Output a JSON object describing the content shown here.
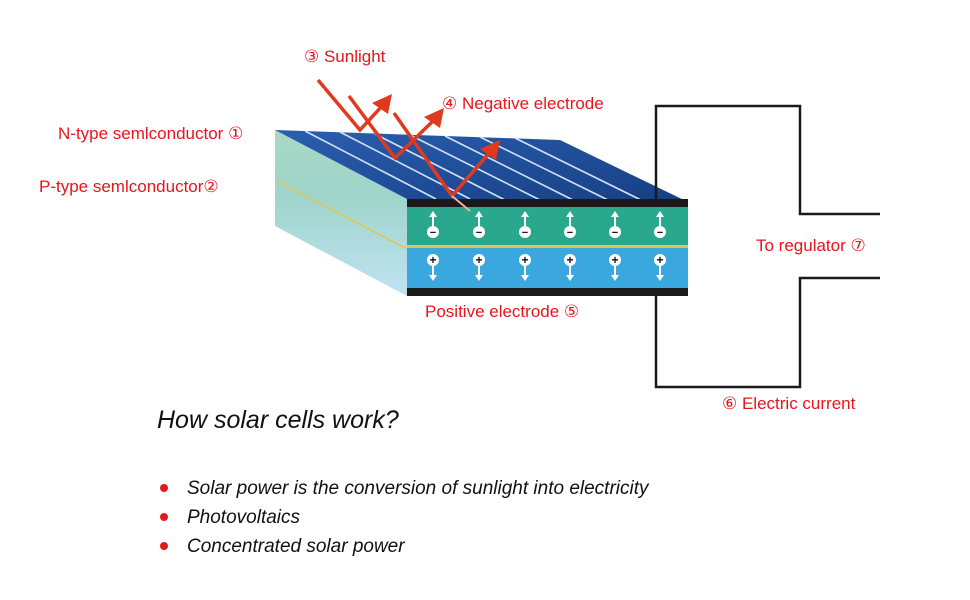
{
  "labels": {
    "sunlight": "③ Sunlight",
    "negative_electrode": "④ Negative electrode",
    "n_type": "N-type semlconductor ①",
    "p_type": "P-type semlconductor②",
    "to_regulator": "To regulator ⑦",
    "positive_electrode": "Positive electrode ⑤",
    "electric_current": "⑥ Electric current"
  },
  "charges": {
    "negative": "−",
    "positive": "+"
  },
  "title": "How solar cells work?",
  "bullets": [
    "Solar power is the conversion of sunlight into electricity",
    "Photovoltaics",
    "Concentrated solar power"
  ],
  "colors": {
    "label_red": "#e8151b",
    "arrow_red": "#e03a1e",
    "panel_blue": "#1f4f9c",
    "n_layer": "#29a88e",
    "p_layer": "#3aa7df",
    "wire": "#1a1a1a"
  }
}
